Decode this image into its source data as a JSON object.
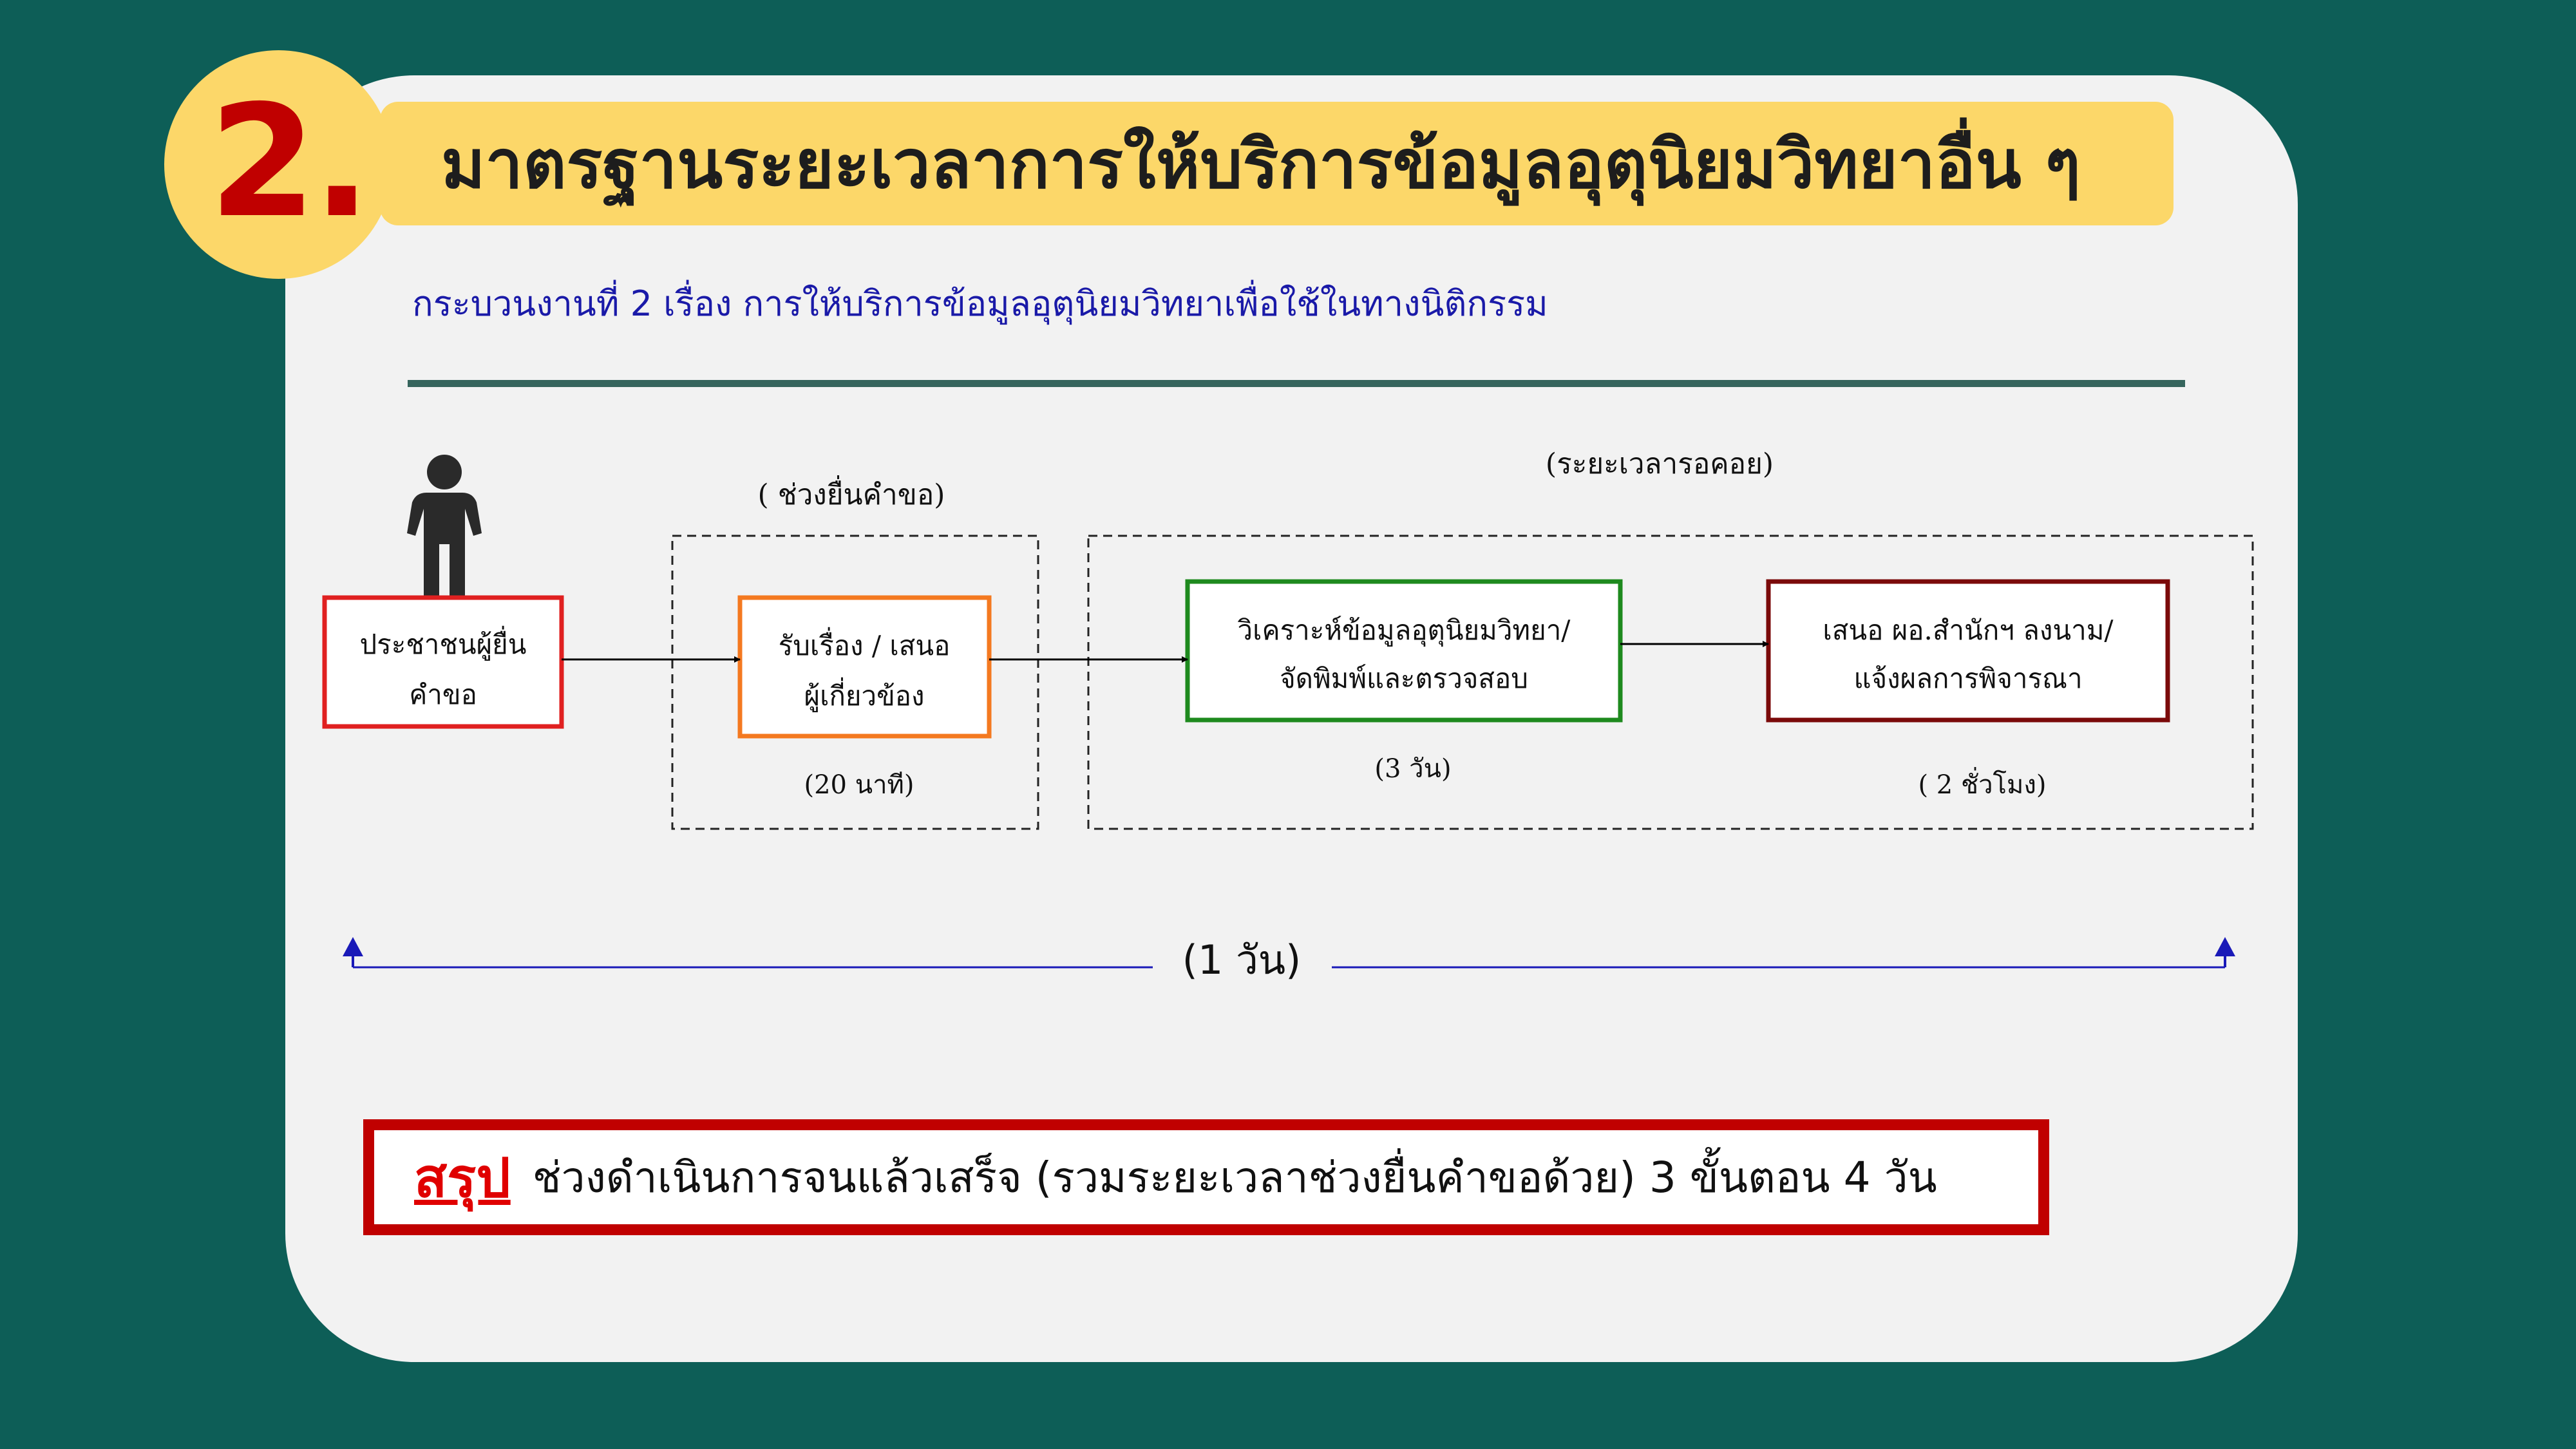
{
  "badge": {
    "number": "2."
  },
  "title": "มาตรฐานระยะเวลาการให้บริการข้อมูลอุตุนิยมวิทยาอื่น ๆ",
  "subtitle": "กระบวนงานที่ 2 เรื่อง การให้บริการข้อมูลอุตุนิยมวิทยาเพื่อใช้ในทางนิติกรรม",
  "flow": {
    "group_request_label": "( ช่วงยื่นคำขอ)",
    "group_wait_label": "(ระยะเวลารอคอย)",
    "applicant": {
      "line1": "ประชาชนผู้ยื่น",
      "line2": "คำขอ"
    },
    "step1": {
      "line1": "รับเรื่อง / เสนอ",
      "line2": "ผู้เกี่ยวข้อง",
      "duration": "(20 นาที)"
    },
    "step2": {
      "line1": "วิเคราะห์ข้อมูลอุตุนิยมวิทยา/",
      "line2": "จัดพิมพ์และตรวจสอบ",
      "duration": "(3  วัน)"
    },
    "step3": {
      "line1": "เสนอ ผอ.สำนักฯ ลงนาม/",
      "line2": "แจ้งผลการพิจารณา",
      "duration": "( 2 ชั่วโมง)"
    },
    "total_duration": "(1 วัน)"
  },
  "summary": {
    "label": "สรุป",
    "text": "ช่วงดำเนินการจนแล้วเสร็จ (รวมระยะเวลาช่วงยื่นคำขอด้วย) 3 ขั้นตอน 4 วัน"
  },
  "colors": {
    "background": "#0d5e57",
    "card": "#f2f2f2",
    "accent_yellow": "#fcd769",
    "applicant_border": "#e02020",
    "step1_border": "#f47920",
    "step2_border": "#1e8a1e",
    "step3_border": "#7b0a0a",
    "timeline": "#1a1ab8",
    "summary_border": "#c00000"
  }
}
